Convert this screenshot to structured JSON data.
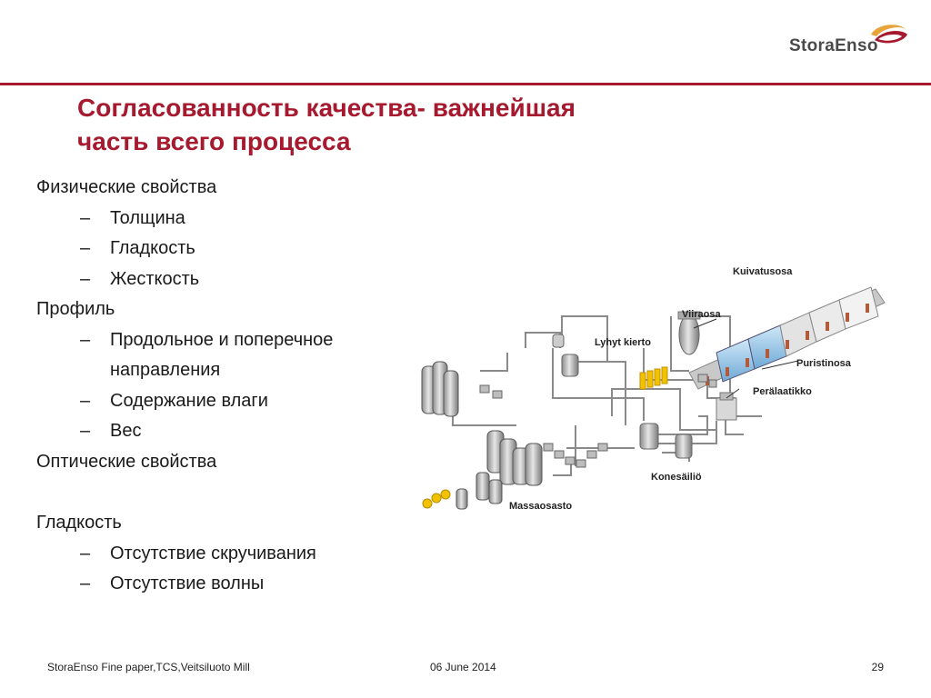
{
  "brand": {
    "name": "StoraEnso",
    "accent": "#a6192e"
  },
  "title": {
    "line1": "Согласованность качества- важнейшая",
    "line2": "часть всего процесса"
  },
  "bullets": {
    "physical": "Физические свойства",
    "thickness": "Толщина",
    "smoothness": "Гладкость",
    "stiffness": "Жесткость",
    "profile": "Профиль",
    "md_cd_1": "Продольное и поперечное",
    "md_cd_2": "направления",
    "moisture": "Содержание влаги",
    "weight": "Вес",
    "optical": "Оптические свойства",
    "smoothness2": "Гладкость",
    "no_curl": "Отсутствие скручивания",
    "no_wave": "Отсутствие волны",
    "dash": "–"
  },
  "diagram": {
    "labels": {
      "kuivatusosa": "Kuivatusosa",
      "viiraosa": "Viiraosa",
      "lyhyt_kierto": "Lyhyt kierto",
      "puristinosa": "Puristinosa",
      "peralaatikko": "Perälaatikko",
      "konesailio": "Konesäiliö",
      "massaosasto": "Massaosasto"
    }
  },
  "footer": {
    "left": "StoraEnso Fine paper,TCS,Veitsiluoto Mill",
    "date": "06 June 2014",
    "page": "29"
  }
}
